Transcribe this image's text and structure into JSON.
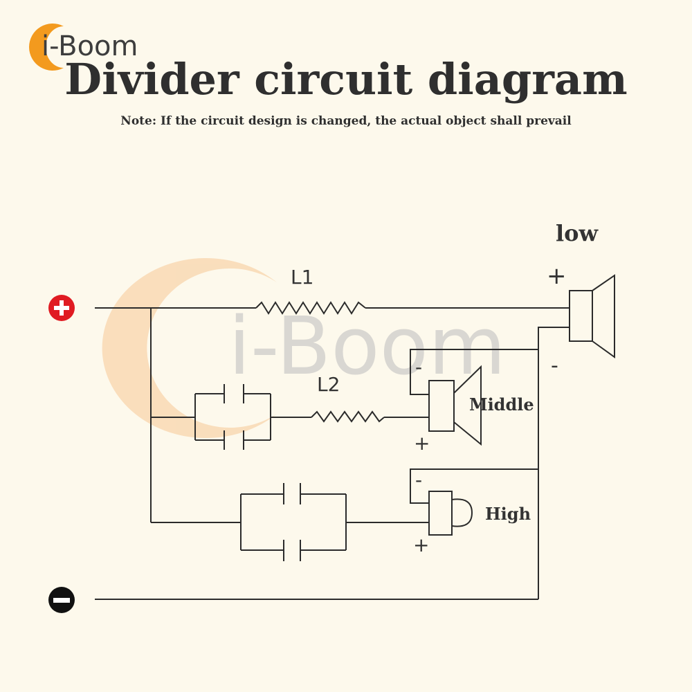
{
  "brand": {
    "logo_text": "i-Boom",
    "accent": "#f39a1e"
  },
  "header": {
    "title": "Divider circuit diagram",
    "note": "Note: If the circuit design is changed, the actual object shall prevail"
  },
  "watermark": {
    "text": "i-Boom"
  },
  "components": {
    "inductor_1": "L1",
    "inductor_2": "L2"
  },
  "speakers": {
    "low": {
      "label": "low",
      "plus": "+",
      "minus": "-"
    },
    "middle": {
      "label": "Middle",
      "plus": "+",
      "minus": "-"
    },
    "high": {
      "label": "High",
      "plus": "+",
      "minus": "-"
    }
  },
  "terminals": {
    "positive": {
      "icon": "plus-circle-icon",
      "color": "#e01b22"
    },
    "negative": {
      "icon": "minus-circle-icon",
      "color": "#111111"
    }
  }
}
